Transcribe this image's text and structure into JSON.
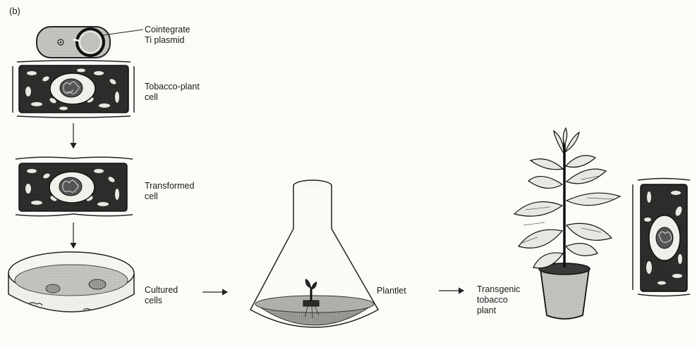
{
  "panel_label": "(b)",
  "labels": {
    "plasmid": "Cointegrate\nTi plasmid",
    "plant_cell": "Tobacco-plant\ncell",
    "transformed": "Transformed\ncell",
    "cultured": "Cultured\ncells",
    "plantlet": "Plantlet",
    "transgenic": "Transgenic\ntobacco\nplant"
  }
}
